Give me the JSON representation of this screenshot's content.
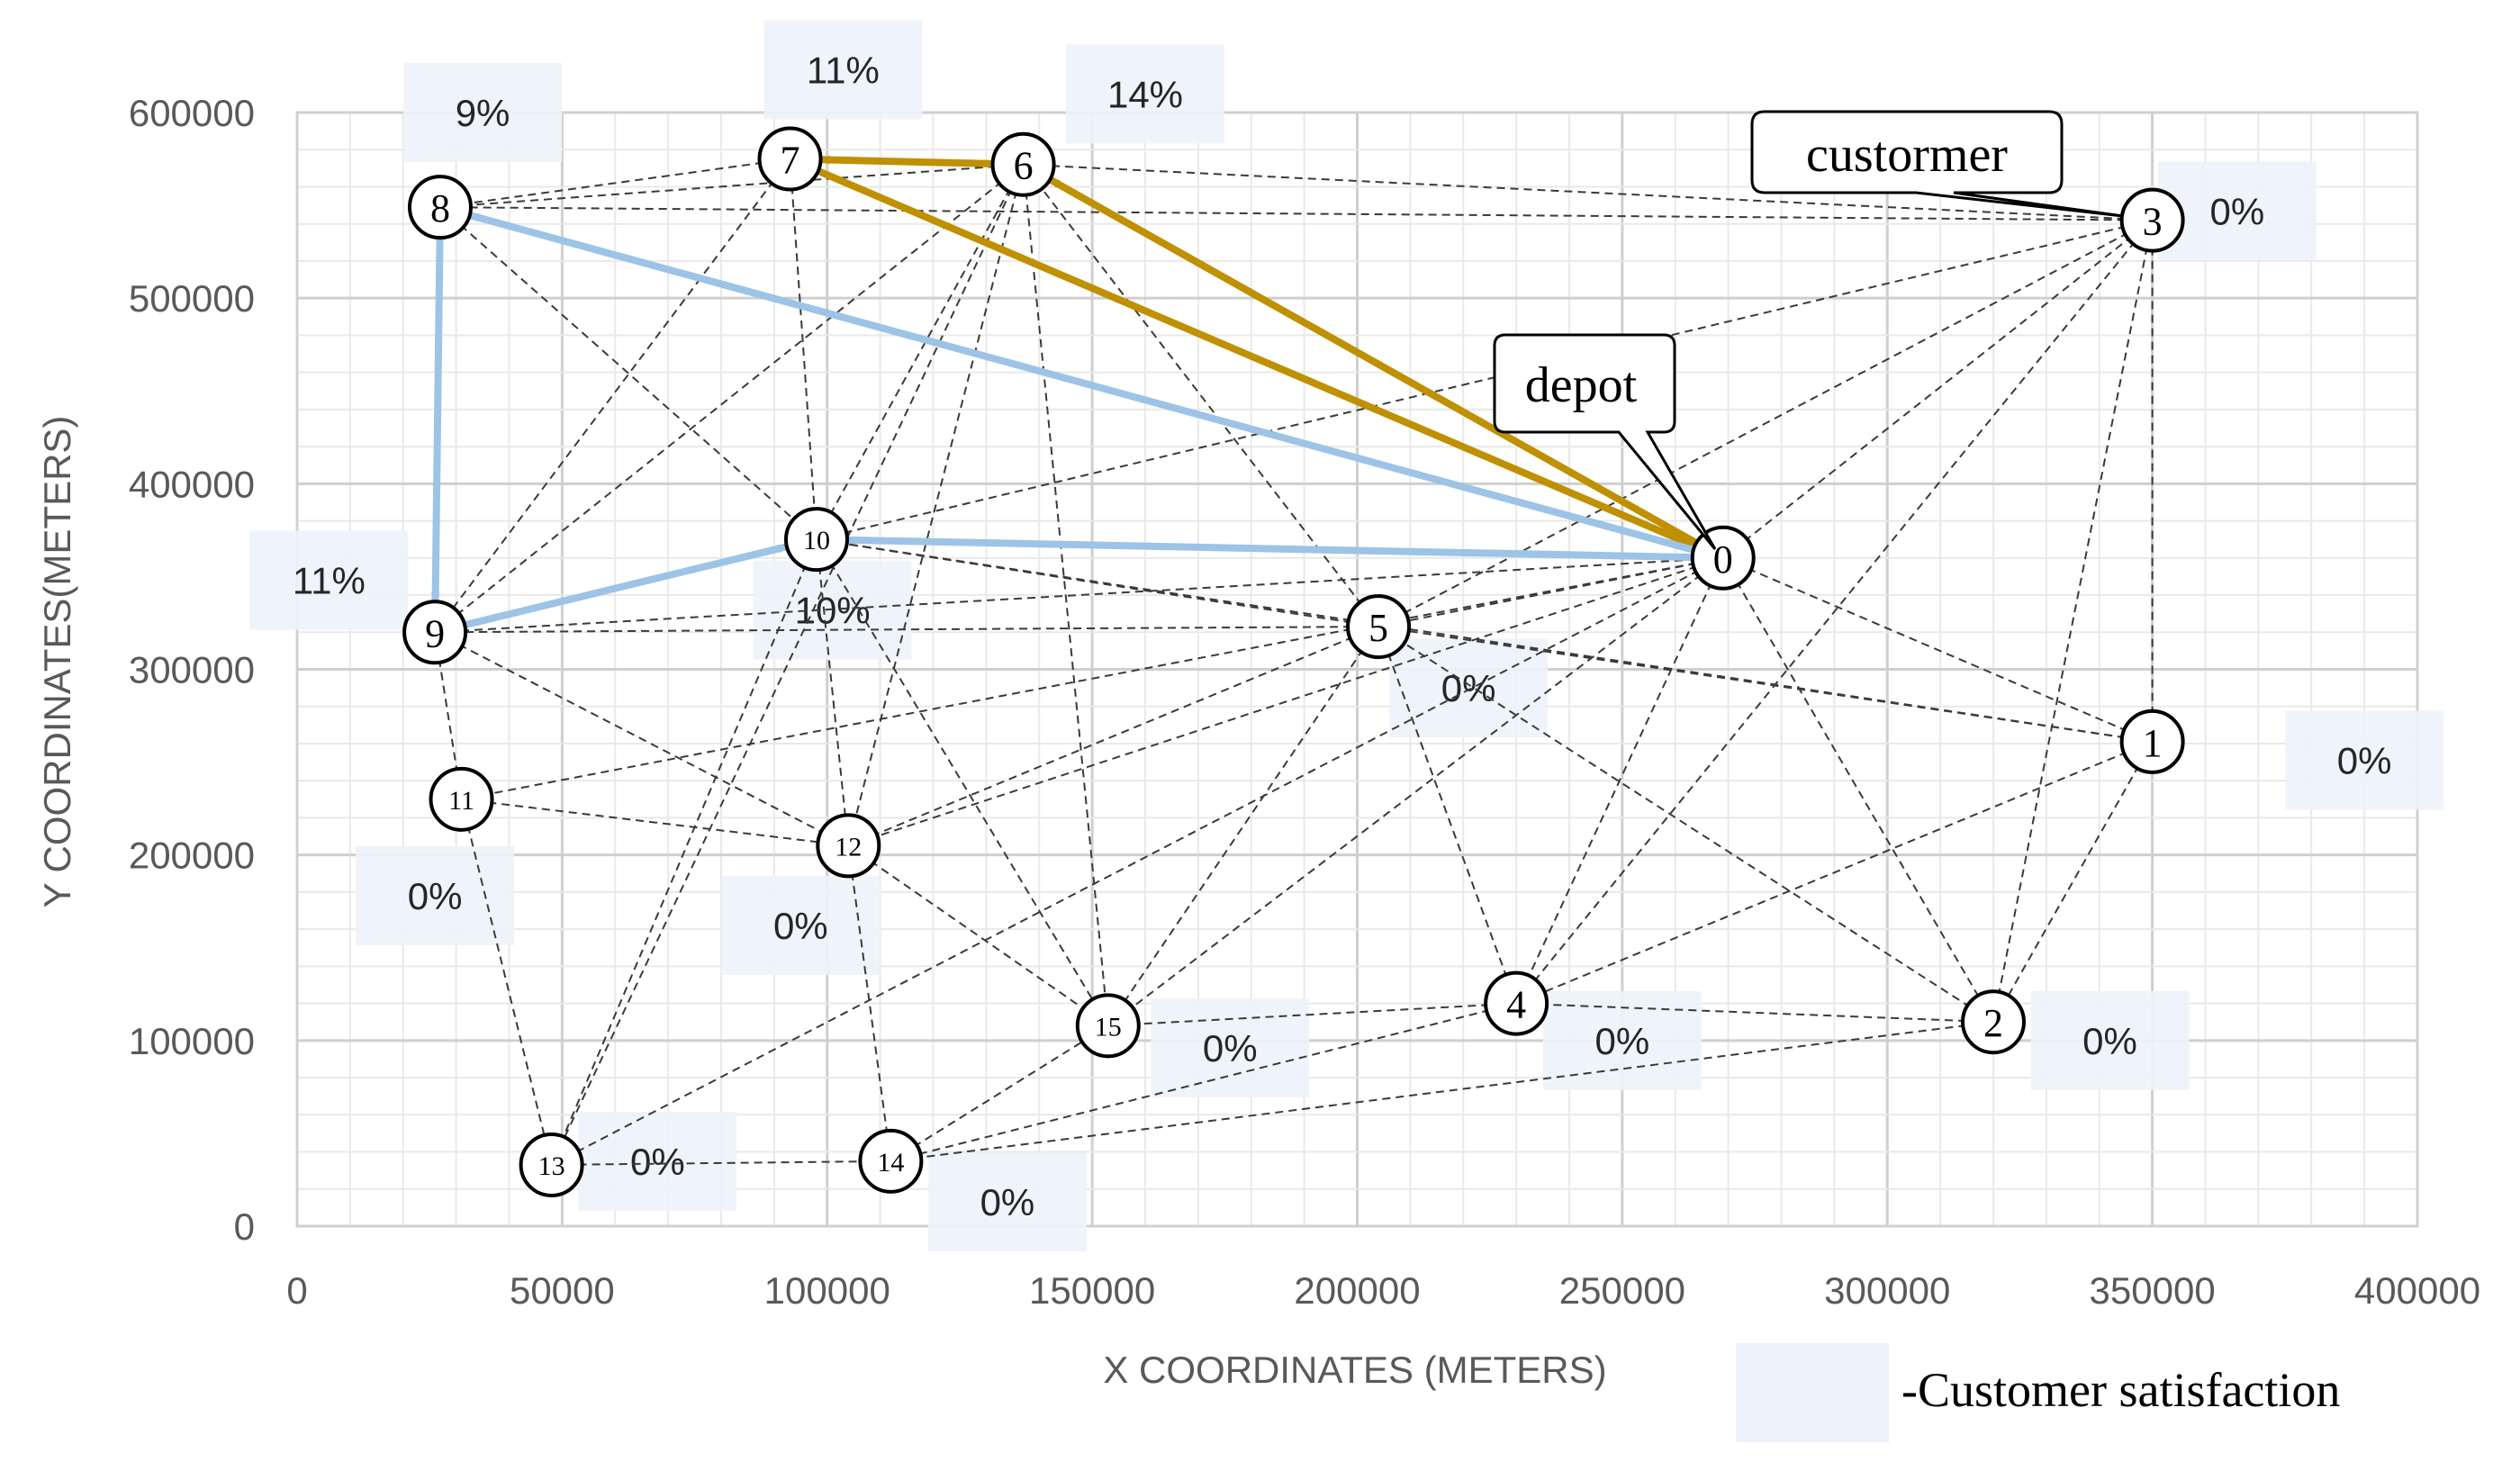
{
  "chart_data": {
    "type": "scatter",
    "xlabel": "X COORDINATES (METERS)",
    "ylabel": "Y COORDINATES(METERS)",
    "xlim": [
      0,
      400000
    ],
    "ylim": [
      0,
      600000
    ],
    "x_ticks": [
      "0",
      "50000",
      "100000",
      "150000",
      "200000",
      "250000",
      "300000",
      "350000",
      "400000"
    ],
    "y_ticks": [
      "0",
      "100000",
      "200000",
      "300000",
      "400000",
      "500000",
      "600000"
    ],
    "grid": true,
    "nodes": [
      {
        "id": "0",
        "x": 269000,
        "y": 360000,
        "satisfaction": ""
      },
      {
        "id": "1",
        "x": 350000,
        "y": 261000,
        "satisfaction": "0%"
      },
      {
        "id": "2",
        "x": 320000,
        "y": 110000,
        "satisfaction": "0%"
      },
      {
        "id": "3",
        "x": 350000,
        "y": 542000,
        "satisfaction": "0%"
      },
      {
        "id": "4",
        "x": 230000,
        "y": 120000,
        "satisfaction": "0%"
      },
      {
        "id": "5",
        "x": 204000,
        "y": 323000,
        "satisfaction": "0%"
      },
      {
        "id": "6",
        "x": 137000,
        "y": 572000,
        "satisfaction": "14%"
      },
      {
        "id": "7",
        "x": 93000,
        "y": 575000,
        "satisfaction": "11%"
      },
      {
        "id": "8",
        "x": 27000,
        "y": 549000,
        "satisfaction": "9%"
      },
      {
        "id": "9",
        "x": 26000,
        "y": 320000,
        "satisfaction": "11%"
      },
      {
        "id": "10",
        "x": 98000,
        "y": 370000,
        "satisfaction": "10%"
      },
      {
        "id": "11",
        "x": 31000,
        "y": 230000,
        "satisfaction": "0%"
      },
      {
        "id": "12",
        "x": 104000,
        "y": 205000,
        "satisfaction": "0%"
      },
      {
        "id": "13",
        "x": 48000,
        "y": 33000,
        "satisfaction": "0%"
      },
      {
        "id": "14",
        "x": 112000,
        "y": 35000,
        "satisfaction": "0%"
      },
      {
        "id": "15",
        "x": 153000,
        "y": 108000,
        "satisfaction": "0%"
      }
    ],
    "edges": [
      [
        "0",
        "1"
      ],
      [
        "0",
        "2"
      ],
      [
        "0",
        "3"
      ],
      [
        "0",
        "4"
      ],
      [
        "0",
        "5"
      ],
      [
        "0",
        "6"
      ],
      [
        "0",
        "8"
      ],
      [
        "0",
        "9"
      ],
      [
        "0",
        "10"
      ],
      [
        "0",
        "11"
      ],
      [
        "0",
        "12"
      ],
      [
        "0",
        "13"
      ],
      [
        "0",
        "15"
      ],
      [
        "3",
        "6"
      ],
      [
        "3",
        "8"
      ],
      [
        "3",
        "10"
      ],
      [
        "3",
        "5"
      ],
      [
        "3",
        "4"
      ],
      [
        "3",
        "2"
      ],
      [
        "3",
        "1"
      ],
      [
        "1",
        "2"
      ],
      [
        "1",
        "4"
      ],
      [
        "1",
        "5"
      ],
      [
        "1",
        "10"
      ],
      [
        "2",
        "4"
      ],
      [
        "2",
        "14"
      ],
      [
        "2",
        "5"
      ],
      [
        "4",
        "5"
      ],
      [
        "4",
        "14"
      ],
      [
        "4",
        "15"
      ],
      [
        "5",
        "6"
      ],
      [
        "5",
        "9"
      ],
      [
        "5",
        "10"
      ],
      [
        "5",
        "12"
      ],
      [
        "5",
        "15"
      ],
      [
        "6",
        "9"
      ],
      [
        "6",
        "10"
      ],
      [
        "6",
        "12"
      ],
      [
        "6",
        "13"
      ],
      [
        "6",
        "15"
      ],
      [
        "6",
        "7"
      ],
      [
        "6",
        "8"
      ],
      [
        "7",
        "8"
      ],
      [
        "7",
        "10"
      ],
      [
        "7",
        "9"
      ],
      [
        "8",
        "9"
      ],
      [
        "8",
        "10"
      ],
      [
        "9",
        "11"
      ],
      [
        "9",
        "12"
      ],
      [
        "9",
        "10"
      ],
      [
        "10",
        "12"
      ],
      [
        "10",
        "15"
      ],
      [
        "10",
        "13"
      ],
      [
        "11",
        "12"
      ],
      [
        "11",
        "13"
      ],
      [
        "12",
        "14"
      ],
      [
        "12",
        "15"
      ],
      [
        "13",
        "14"
      ],
      [
        "14",
        "15"
      ]
    ],
    "routes": [
      {
        "color": "#BF9000",
        "path": [
          "0",
          "6",
          "7",
          "0"
        ]
      },
      {
        "color": "#9DC3E6",
        "path": [
          "0",
          "8",
          "9",
          "10",
          "0"
        ]
      }
    ],
    "callouts": {
      "depot": "depot",
      "customer": "custormer"
    },
    "legend": {
      "label": "-Customer satisfaction",
      "swatch_color": "#EDF3FB"
    }
  }
}
